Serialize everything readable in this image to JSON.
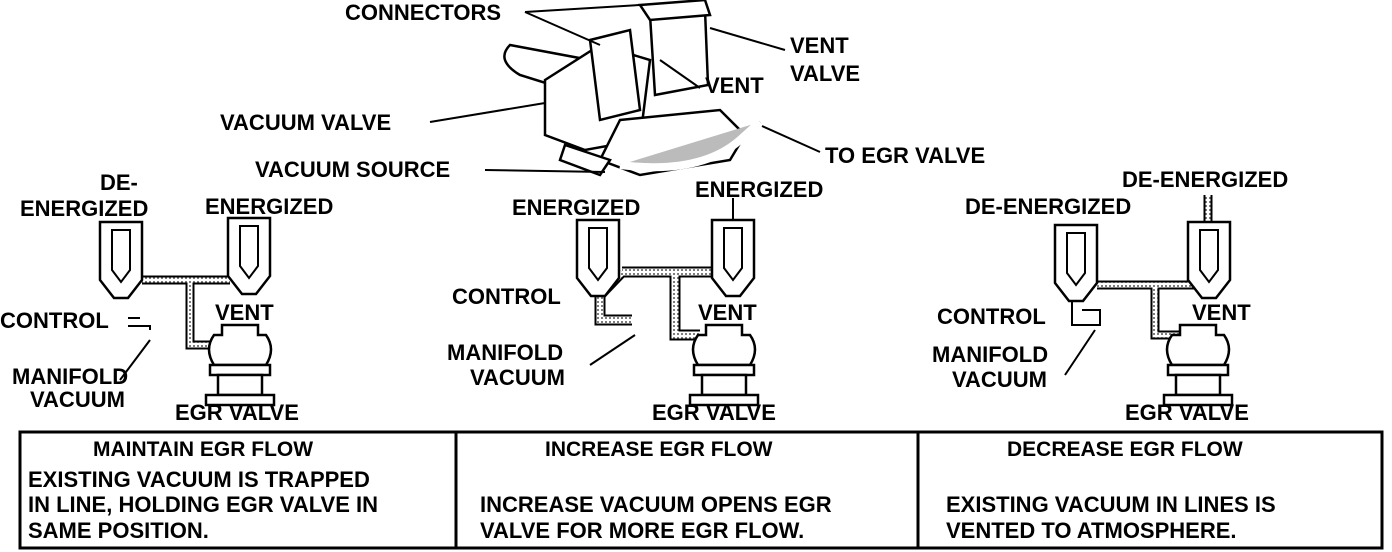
{
  "top_assembly": {
    "connectors": "CONNECTORS",
    "vent_valve_1": "VENT",
    "vent_valve_2": "VALVE",
    "vent": "VENT",
    "vacuum_valve": "VACUUM VALVE",
    "vacuum_source": "VACUUM SOURCE",
    "to_egr_valve": "TO EGR VALVE"
  },
  "panels": [
    {
      "left_solenoid": [
        "DE-",
        "ENERGIZED"
      ],
      "right_solenoid": "ENERGIZED",
      "vent": "VENT",
      "control": "CONTROL",
      "manifold": [
        "MANIFOLD",
        "VACUUM"
      ],
      "egr": "EGR VALVE"
    },
    {
      "left_solenoid": "ENERGIZED",
      "right_solenoid": "ENERGIZED",
      "vent": "VENT",
      "control": "CONTROL",
      "manifold": [
        "MANIFOLD",
        "VACUUM"
      ],
      "egr": "EGR VALVE"
    },
    {
      "left_solenoid": "DE-ENERGIZED",
      "right_solenoid": "DE-ENERGIZED",
      "vent": "VENT",
      "control": "CONTROL",
      "manifold": [
        "MANIFOLD",
        "VACUUM"
      ],
      "egr": "EGR VALVE"
    }
  ],
  "table": [
    {
      "header": "MAINTAIN EGR FLOW",
      "lines": [
        "EXISTING VACUUM IS TRAPPED",
        "IN LINE, HOLDING EGR VALVE IN",
        "SAME POSITION."
      ]
    },
    {
      "header": "INCREASE EGR FLOW",
      "lines": [
        "INCREASE VACUUM OPENS EGR",
        "VALVE FOR MORE EGR FLOW."
      ]
    },
    {
      "header": "DECREASE EGR FLOW",
      "lines": [
        "EXISTING VACUUM IN LINES IS",
        "VENTED TO ATMOSPHERE."
      ]
    }
  ]
}
